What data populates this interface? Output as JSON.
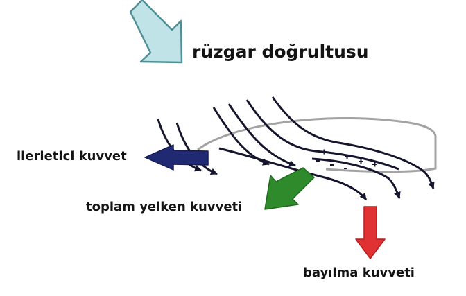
{
  "labels": {
    "wind": "rüzgar doğrultusu",
    "drive": "ilerletici kuvvet",
    "total": "toplam yelken kuvveti",
    "heel": "bayılma kuvveti"
  },
  "colors": {
    "wind_arrow_fill": "#bfe3e6",
    "wind_arrow_stroke": "#4f8f95",
    "drive_arrow": "#1f2a73",
    "total_arrow": "#2e8a2a",
    "heel_arrow": "#e03232",
    "sail_outline": "#a3a3a3",
    "flow_lines": "#15152e"
  },
  "icons": {
    "wind": "wind-direction-arrow-icon",
    "drive": "driving-force-arrow-icon",
    "total": "total-sail-force-arrow-icon",
    "heel": "heeling-force-arrow-icon"
  }
}
